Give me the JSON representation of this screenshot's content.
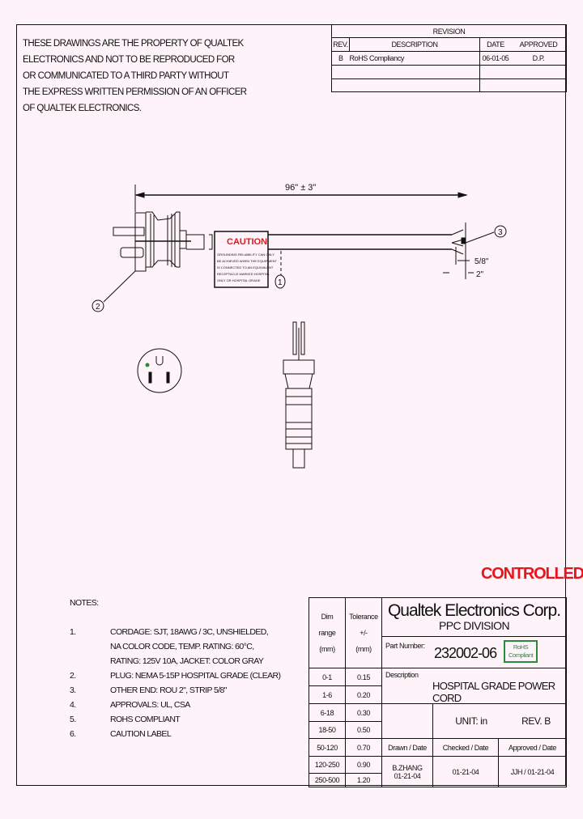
{
  "notice": [
    "THESE DRAWINGS ARE THE PROPERTY OF QUALTEK",
    "ELECTRONICS AND NOT TO BE REPRODUCED FOR",
    "OR COMMUNICATED TO A THIRD PARTY WITHOUT",
    "THE EXPRESS WRITTEN PERMISSION OF AN OFFICER",
    "OF QUALTEK ELECTRONICS."
  ],
  "revision": {
    "title": "REVISION",
    "headers": [
      "REV.",
      "DESCRIPTION",
      "DATE",
      "APPROVED"
    ],
    "rows": [
      [
        "B",
        "RoHS Compliancy",
        "06-01-05",
        "D.P."
      ]
    ]
  },
  "drawing": {
    "length_dim": "96\" ± 3\"",
    "strip_dim": "5/8\"",
    "jacket_dim": "2\"",
    "caution_title": "CAUTION",
    "caution_text": [
      "GROUNDING RELIABILITY CAN ONLY",
      "BE ACHIEVED WHEN THE EQUIPMENT",
      "IS CONNECTED TO AN EQUIVALENT",
      "RECEPTACLE MARKED HOSPITAL",
      "ONLY OR HOSPITAL GRADE"
    ],
    "balloons": [
      "1",
      "2",
      "3"
    ]
  },
  "stamp": "CONTROLLED",
  "notes": {
    "title": "NOTES:",
    "items": [
      {
        "num": "1.",
        "lines": [
          "CORDAGE: SJT, 18AWG / 3C, UNSHIELDED,",
          "NA COLOR CODE, TEMP. RATING: 60°C,",
          "RATING: 125V 10A, JACKET: COLOR GRAY"
        ]
      },
      {
        "num": "2.",
        "lines": [
          "PLUG: NEMA 5-15P HOSPITAL GRADE (CLEAR)"
        ]
      },
      {
        "num": "3.",
        "lines": [
          "OTHER END: ROU 2\", STRIP 5/8\""
        ]
      },
      {
        "num": "4.",
        "lines": [
          "APPROVALS: UL, CSA"
        ]
      },
      {
        "num": "5.",
        "lines": [
          "ROHS COMPLIANT"
        ]
      },
      {
        "num": "6.",
        "lines": [
          "CAUTION LABEL"
        ]
      }
    ]
  },
  "title_block": {
    "dim_header": [
      "Dim",
      "range",
      "(mm)"
    ],
    "tol_header": [
      "Tolerance",
      "+/-",
      "(mm)"
    ],
    "tolerances": [
      [
        "0-1",
        "0.15"
      ],
      [
        "1-6",
        "0.20"
      ],
      [
        "6-18",
        "0.30"
      ],
      [
        "18-50",
        "0.50"
      ],
      [
        "50-120",
        "0.70"
      ],
      [
        "120-250",
        "0.90"
      ],
      [
        "250-500",
        "1.20"
      ]
    ],
    "company": "Qualtek Electronics Corp.",
    "division": "PPC DIVISION",
    "part_number_label": "Part Number:",
    "part_number": "232002-06",
    "rohs_badge": [
      "RoHS",
      "Compliant"
    ],
    "description_label": "Description",
    "description": "HOSPITAL GRADE POWER CORD",
    "unit": "UNIT: in",
    "rev": "REV.  B",
    "drawn_label": "Drawn / Date",
    "checked_label": "Checked / Date",
    "approved_label": "Approved / Date",
    "drawn": [
      "B.ZHANG",
      "01-21-04"
    ],
    "checked": "01-21-04",
    "approved": "JJH / 01-21-04"
  },
  "colors": {
    "background": "#fdf3f8",
    "caution": "#e8141b",
    "rohs": "#2a8a3a"
  }
}
